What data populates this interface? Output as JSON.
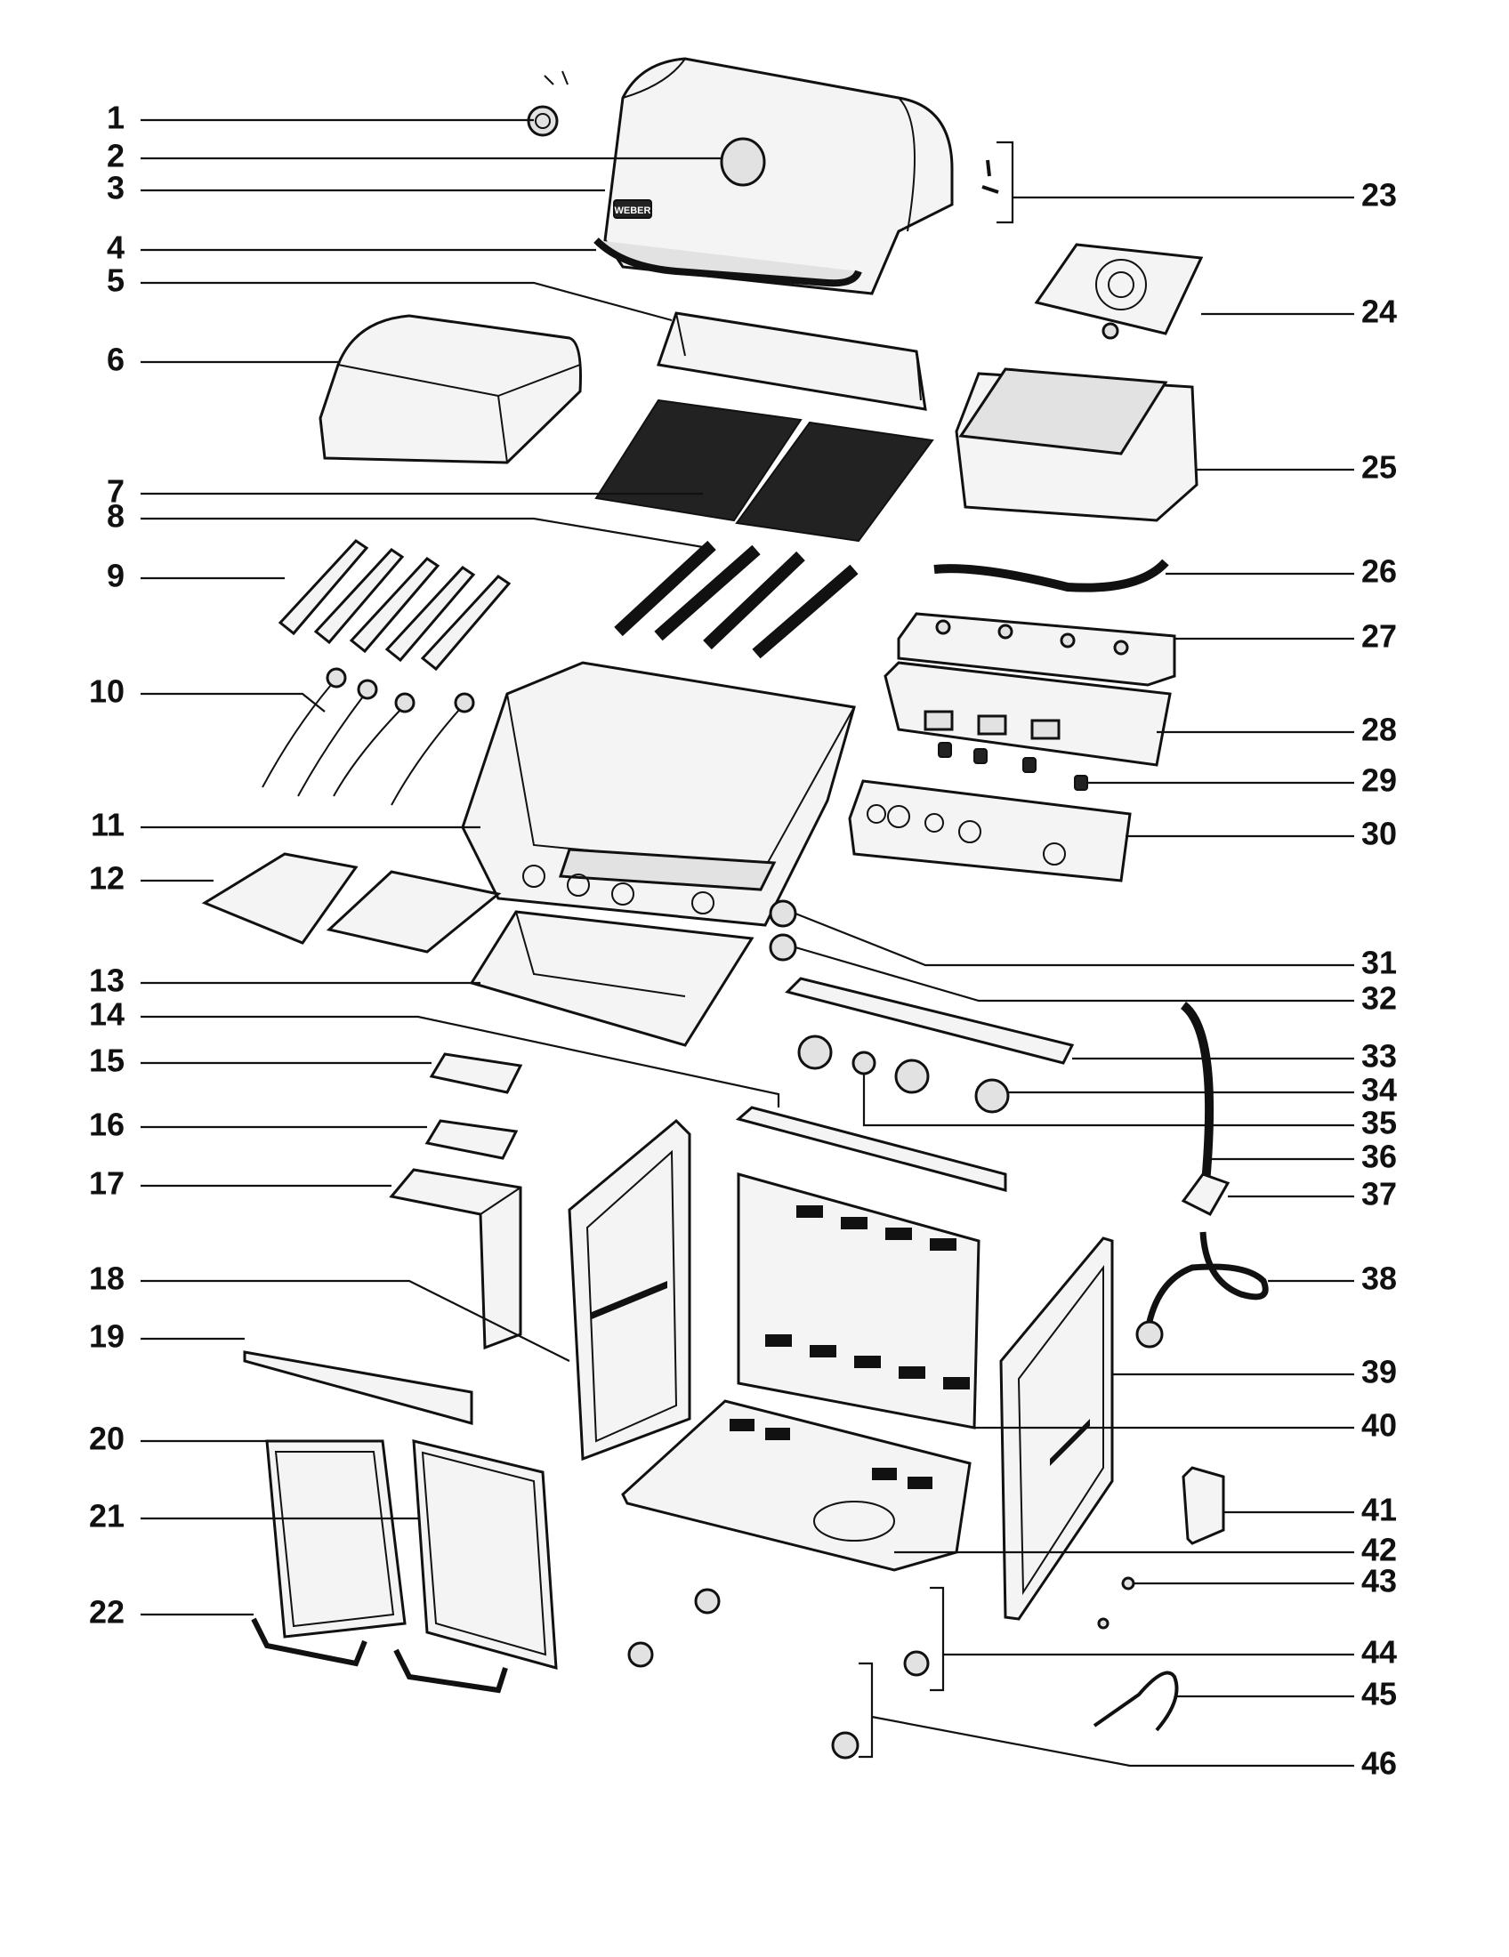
{
  "diagram": {
    "left_labels": [
      "1",
      "2",
      "3",
      "4",
      "5",
      "6",
      "7",
      "8",
      "9",
      "10",
      "11",
      "12",
      "13",
      "14",
      "15",
      "16",
      "17",
      "18",
      "19",
      "20",
      "21",
      "22"
    ],
    "right_labels": [
      "23",
      "24",
      "25",
      "26",
      "27",
      "28",
      "29",
      "30",
      "31",
      "32",
      "33",
      "34",
      "35",
      "36",
      "37",
      "38",
      "39",
      "40",
      "41",
      "42",
      "43",
      "44",
      "45",
      "46"
    ],
    "lid_badge": "WEBER"
  }
}
